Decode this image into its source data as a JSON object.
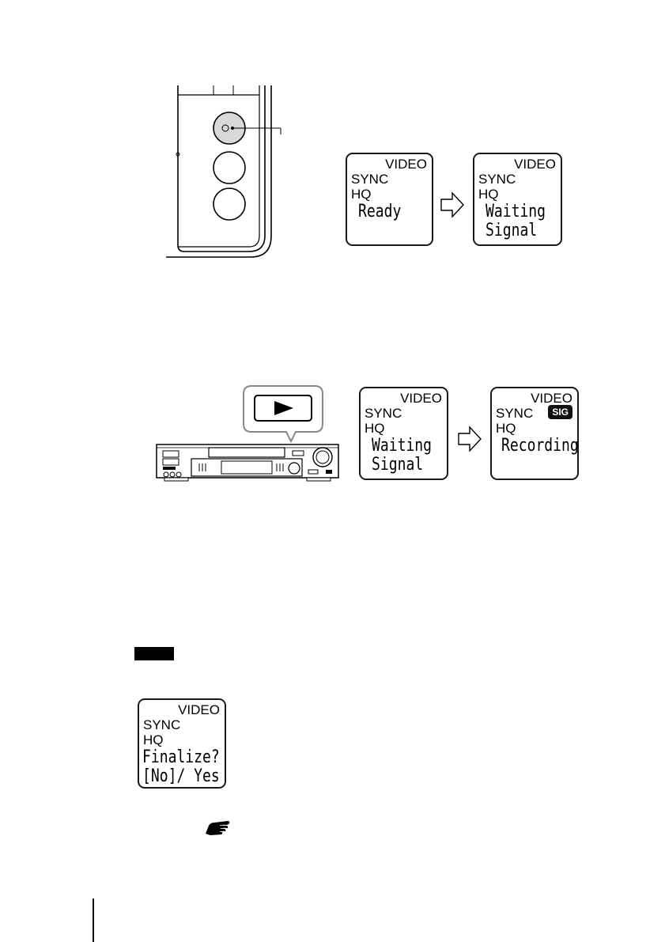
{
  "lcd1": {
    "video": "VIDEO",
    "sync": "SYNC",
    "hq": "HQ",
    "line1": "Ready",
    "line2": ""
  },
  "lcd2": {
    "video": "VIDEO",
    "sync": "SYNC",
    "hq": "HQ",
    "line1": "Waiting",
    "line2": "Signal"
  },
  "lcd3": {
    "video": "VIDEO",
    "sync": "SYNC",
    "hq": "HQ",
    "line1": "Waiting",
    "line2": "Signal"
  },
  "lcd4": {
    "video": "VIDEO",
    "sync": "SYNC",
    "hq": "HQ",
    "badge": "SIG",
    "line1": "Recording",
    "line2": ""
  },
  "lcd5": {
    "video": "VIDEO",
    "sync": "SYNC",
    "hq": "HQ",
    "line1": "Finalize?",
    "line2": "[No]/ Yes"
  },
  "icons": {
    "arrow": "arrow-right-icon",
    "play": "play-icon",
    "pointer": "pointing-hand-icon"
  }
}
